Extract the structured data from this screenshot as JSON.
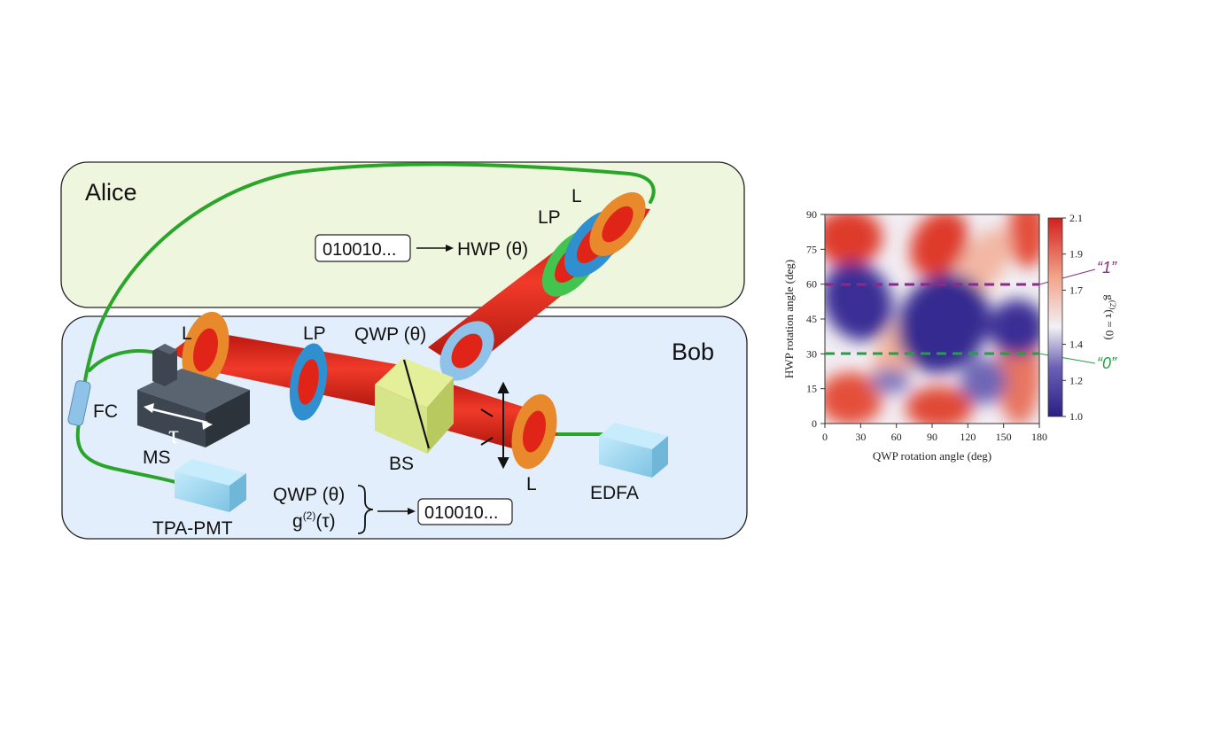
{
  "setup": {
    "alice": {
      "label": "Alice",
      "bits": "010010...",
      "hwp": "HWP (θ)",
      "lp": "LP",
      "lens": "L"
    },
    "bob": {
      "label": "Bob",
      "lens_left": "L",
      "lp": "LP",
      "qwp": "QWP (θ)",
      "bs": "BS",
      "lens_right": "L",
      "edfa": "EDFA",
      "fc": "FC",
      "ms": "MS",
      "tau": "τ",
      "tpa_pmt": "TPA-PMT",
      "meas_qwp": "QWP (θ)",
      "meas_g_base": "g",
      "meas_g_sup": "(2)",
      "meas_g_arg": "(τ)",
      "bits": "010010..."
    }
  },
  "colors": {
    "alice_bg": "#eef7de",
    "bob_bg": "#e2eefb",
    "fiber": "#2aa52a",
    "beam": "#e02418",
    "lens": "#e8892b",
    "polarizer": "#2f8fcf",
    "qwp": "#8ec2e8",
    "hwp": "#42c44e",
    "bs": "#d6e58a",
    "box": "#9fd6ef",
    "stage": "#3d4650",
    "line1": "#8a2a8a",
    "line0": "#22a044"
  },
  "chart_data": {
    "type": "heatmap",
    "xlabel": "QWP rotation angle (deg)",
    "ylabel": "HWP rotation angle (deg)",
    "x_ticks": [
      0,
      30,
      60,
      90,
      120,
      150,
      180
    ],
    "y_ticks": [
      0,
      15,
      30,
      45,
      60,
      75,
      90
    ],
    "xlim": [
      0,
      180
    ],
    "ylim": [
      0,
      90
    ],
    "colorbar": {
      "label_base": "g",
      "label_sup": "(2)",
      "label_arg": "(τ = 0)",
      "range": [
        1.0,
        2.1
      ],
      "ticks": [
        1.0,
        1.2,
        1.4,
        1.7,
        1.9,
        2.1
      ]
    },
    "annotations": [
      {
        "label": "“1”",
        "hwp_angle": 60,
        "style": "dashed",
        "color": "#8a2a8a"
      },
      {
        "label": "“0”",
        "hwp_angle": 30,
        "style": "dashed",
        "color": "#22a044"
      }
    ]
  }
}
